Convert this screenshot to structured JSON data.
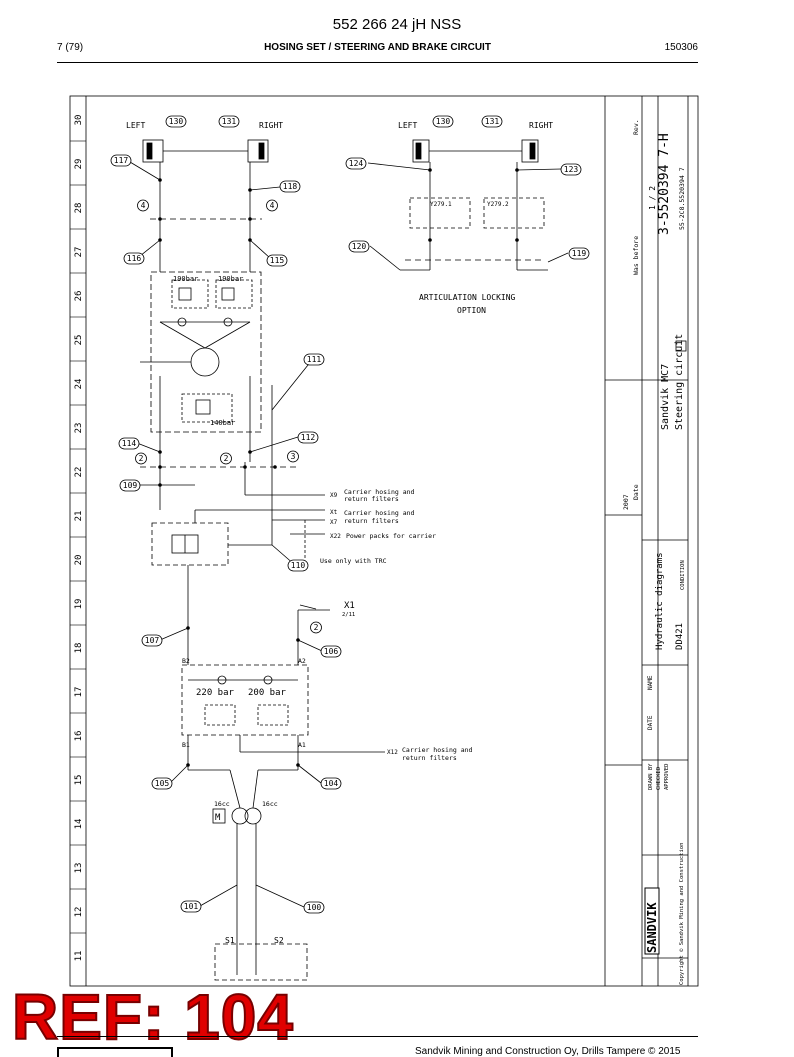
{
  "header": {
    "doc_title": "552 266 24 jH NSS",
    "page": "7 (79)",
    "section": "HOSING SET / STEERING AND BRAKE CIRCUIT",
    "date_code": "150306"
  },
  "diagram": {
    "zone_numbers": [
      "30",
      "29",
      "28",
      "27",
      "26",
      "25",
      "24",
      "23",
      "22",
      "21",
      "20",
      "19",
      "18",
      "17",
      "16",
      "15",
      "14",
      "13",
      "12",
      "11"
    ],
    "labels": {
      "left": "LEFT",
      "right": "RIGHT",
      "left2": "LEFT",
      "right2": "RIGHT",
      "articulation_1": "ARTICULATION LOCKING",
      "articulation_2": "OPTION",
      "p190a": "190bar",
      "p190b": "190bar",
      "p140": "140bar",
      "p220": "220 bar",
      "p200": "200 bar",
      "x9": "X9",
      "x9_t1": "Carrier hosing and",
      "x9_t2": "return filters",
      "xt": "Xt",
      "xt_t1": "Carrier hosing and",
      "xt_t2": "return filters",
      "x7": "X7",
      "x22": "X22",
      "x22_t": "Power packs for carrier",
      "trc": "Use only with TRC",
      "x1": "X1",
      "x1_sub": "2/11",
      "x12": "X12",
      "x12_t1": "Carrier hosing and",
      "x12_t2": "return filters",
      "ccm1": "16cc",
      "ccm2": "16cc",
      "motor": "M",
      "s1": "S1",
      "s2": "S2",
      "y279_1": "Y279.1",
      "y279_2": "Y279.2",
      "port_b2": "B2",
      "port_a2": "A2",
      "port_b1": "B1",
      "port_a1": "A1"
    },
    "callouts": [
      "130",
      "131",
      "117",
      "118",
      "4",
      "4",
      "116",
      "115",
      "111",
      "114",
      "112",
      "2",
      "2",
      "3",
      "109",
      "110",
      "107",
      "2",
      "106",
      "105",
      "104",
      "101",
      "100",
      "130",
      "131",
      "124",
      "123",
      "120",
      "119"
    ],
    "title_block": {
      "drawing_number": "3-5520394 7-H",
      "sheet": "1 / 2",
      "product": "Sandvik MC7",
      "title": "Steering circuit",
      "type": "Hydraulic diagrams",
      "model": "DD421",
      "company": "SANDVIK",
      "copyright": "Copyright © Sandvik Mining and Construction",
      "was_before": "Was before",
      "rev": "Rev.",
      "date_label": "Date",
      "date_val": "2007",
      "name_label": "NAME",
      "date_col": "DATE",
      "drawn": "DRAWN BY",
      "checked": "CHECKED",
      "approved": "APPROVED",
      "condition": "CONDITION",
      "ref_no": "55-2C8.5520394 7"
    }
  },
  "watermark": "REF: 104",
  "footer": {
    "text": "Sandvik Mining and Construction Oy, Drills Tampere © 2015"
  }
}
